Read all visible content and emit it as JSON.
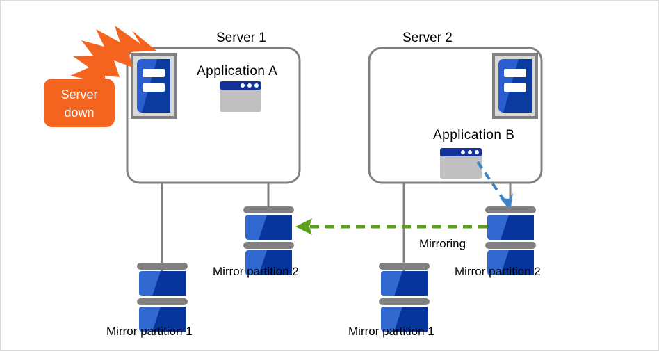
{
  "diagram": {
    "title_server1": "Server 1",
    "title_server2": "Server 2",
    "app_a_label": "Application A",
    "app_b_label": "Application B",
    "mirroring_label": "Mirroring",
    "server_down_line1": "Server",
    "server_down_line2": "down",
    "s1_partition1_label": "Mirror partition 1",
    "s1_partition2_label": "Mirror partition 2",
    "s2_partition1_label": "Mirror partition 1",
    "s2_partition2_label": "Mirror partition 2"
  },
  "colors": {
    "frame_border": "#d9d9d9",
    "server_box_border": "#808080",
    "connector_line": "#808080",
    "badge_orange": "#f4641e",
    "burst_orange": "#f4641e",
    "badge_text": "#ffffff",
    "mirroring_arrow_green": "#5c9e1e",
    "app_arrow_blue": "#3d85c8",
    "server_icon_frame_fill": "#d9d9d9",
    "server_icon_frame_border": "#808080",
    "server_icon_blue_light": "#2b5fd0",
    "server_icon_blue_dark": "#0b3b9e",
    "app_window_titlebar": "#15329b",
    "app_window_body": "#c0c0c0",
    "disk_bar_gray": "#808080",
    "disk_blue_light": "#3169d1",
    "disk_blue_dark": "#07359c",
    "text_black": "#000000"
  },
  "icons": {
    "server_icon": "server-icon",
    "app_window_icon": "application-window-icon",
    "disk_icon": "disk-stack-icon",
    "burst_icon": "explosion-burst-icon",
    "mirroring_arrow": "arrow-left-dashed-icon",
    "app_write_arrow": "arrow-down-dashed-icon"
  }
}
